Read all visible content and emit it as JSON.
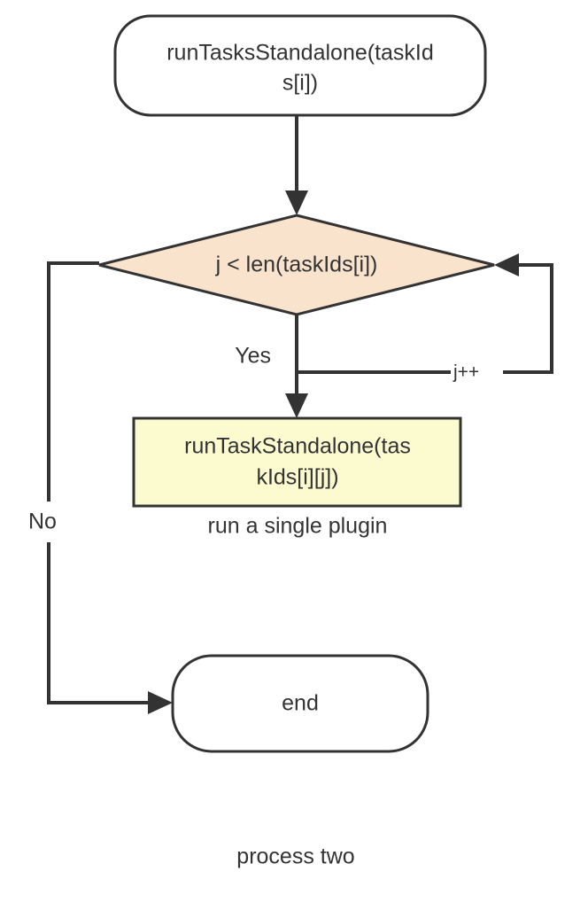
{
  "diagram": {
    "title_caption": "process two",
    "colors": {
      "stroke": "#333333",
      "decision_fill": "#f9e3cd",
      "process_fill": "#fbfbcf",
      "terminal_fill": "#ffffff",
      "text": "#333333",
      "background": "#ffffff"
    },
    "nodes": {
      "start": {
        "shape": "stadium",
        "line1": "runTasksStandalone(taskId",
        "line2": "s[i])",
        "full_text": "runTasksStandalone(taskIds[i])"
      },
      "decision": {
        "shape": "diamond",
        "text": "j < len(taskIds[i])"
      },
      "process": {
        "shape": "rectangle",
        "line1": "runTaskStandalone(tas",
        "line2": "kIds[i][j])",
        "full_text": "runTaskStandalone(taskIds[i][j])",
        "caption": "run a single plugin"
      },
      "end": {
        "shape": "stadium",
        "text": "end"
      }
    },
    "edges": {
      "start_to_decision": {
        "label": ""
      },
      "decision_yes": {
        "label": "Yes"
      },
      "decision_no": {
        "label": "No"
      },
      "loop_back": {
        "label": "j++"
      }
    }
  }
}
